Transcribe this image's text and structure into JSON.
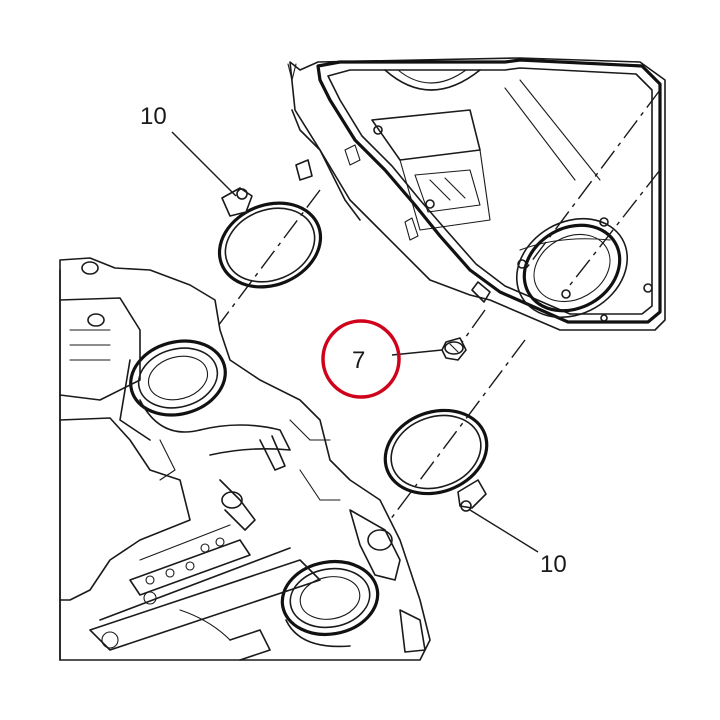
{
  "callouts": {
    "clamp_top": "10",
    "clamp_bottom": "10",
    "bolt": "7"
  },
  "highlight": {
    "color": "#d0021b"
  }
}
